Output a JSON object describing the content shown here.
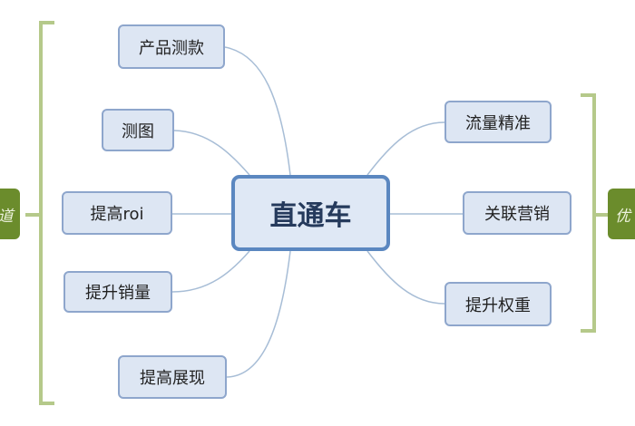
{
  "center": {
    "label": "直通车"
  },
  "left_group": {
    "label": "道",
    "items": [
      "产品测款",
      "测图",
      "提高roi",
      "提升销量",
      "提高展现"
    ]
  },
  "right_group": {
    "label": "优",
    "items": [
      "流量精准",
      "关联营销",
      "提升权重"
    ]
  },
  "colors": {
    "node_fill": "#dde6f3",
    "node_border": "#8ea6cc",
    "center_border": "#5b87c0",
    "bracket": "#b5c98a",
    "tag": "#6b8c2c",
    "line": "#a7bdd6"
  }
}
